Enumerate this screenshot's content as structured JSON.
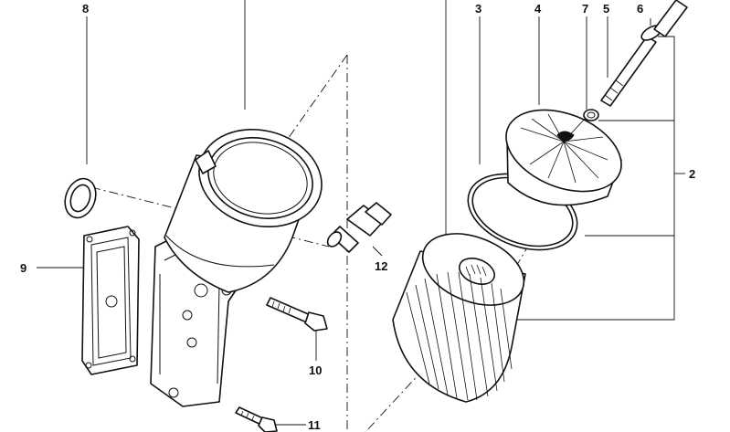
{
  "callouts": [
    {
      "id": "8",
      "label": "8"
    },
    {
      "id": "3",
      "label": "3"
    },
    {
      "id": "4",
      "label": "4"
    },
    {
      "id": "7",
      "label": "7"
    },
    {
      "id": "5",
      "label": "5"
    },
    {
      "id": "6",
      "label": "6"
    },
    {
      "id": "2",
      "label": "2"
    },
    {
      "id": "9",
      "label": "9"
    },
    {
      "id": "12",
      "label": "12"
    },
    {
      "id": "10",
      "label": "10"
    },
    {
      "id": "11",
      "label": "11"
    }
  ],
  "colors": {
    "ink": "#111111",
    "background": "#ffffff"
  }
}
